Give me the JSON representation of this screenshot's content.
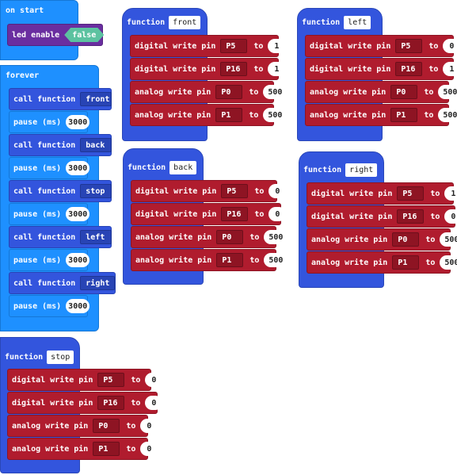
{
  "on_start": {
    "label": "on start",
    "led_block": {
      "label": "led enable",
      "value": "false"
    }
  },
  "forever": {
    "label": "forever",
    "call_label": "call function",
    "pause_label": "pause (ms)",
    "steps": [
      {
        "function": "front",
        "pause": "3000"
      },
      {
        "function": "back",
        "pause": "3000"
      },
      {
        "function": "stop",
        "pause": "3000"
      },
      {
        "function": "left",
        "pause": "3000"
      },
      {
        "function": "right",
        "pause": "3000"
      }
    ]
  },
  "labels": {
    "function": "function",
    "digital": "digital write pin",
    "analog": "analog write pin",
    "to": "to"
  },
  "functions": {
    "front": {
      "name": "front",
      "p5": "1",
      "p16": "1",
      "p0": "500",
      "p1": "500"
    },
    "left": {
      "name": "left",
      "p5": "0",
      "p16": "1",
      "p0": "500",
      "p1": "500"
    },
    "back": {
      "name": "back",
      "p5": "0",
      "p16": "0",
      "p0": "500",
      "p1": "500"
    },
    "right": {
      "name": "right",
      "p5": "1",
      "p16": "0",
      "p0": "500",
      "p1": "500"
    },
    "stop": {
      "name": "stop",
      "p5": "0",
      "p16": "0",
      "p0": "0",
      "p1": "0"
    }
  },
  "pins": {
    "p5": "P5",
    "p16": "P16",
    "p0": "P0",
    "p1": "P1"
  }
}
